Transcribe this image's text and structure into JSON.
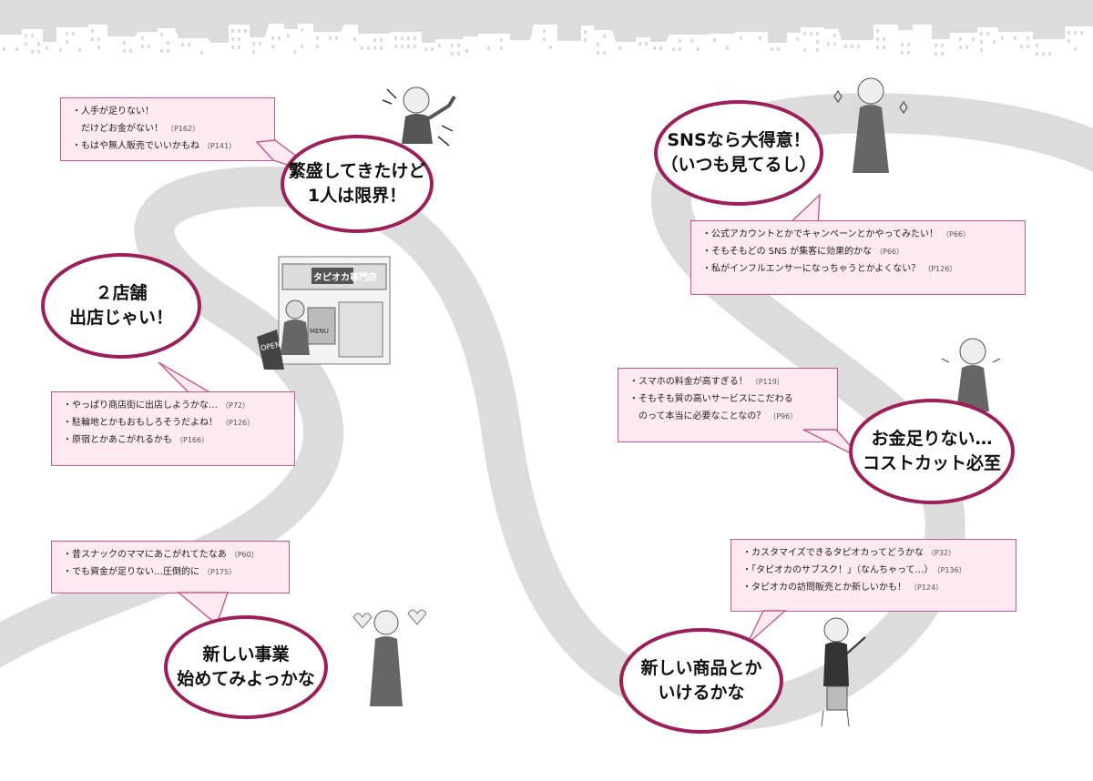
{
  "colors": {
    "accent": "#9c1f5c",
    "note_bg": "#fde9f0",
    "note_border": "#c6588a",
    "road": "#dadada"
  },
  "bubbles": {
    "b1": {
      "l1": "繁盛してきたけど",
      "l2": "1人は限界！"
    },
    "b2": {
      "l1": "２店舗",
      "l2": "出店じゃい！"
    },
    "b3": {
      "l1": "新しい事業",
      "l2": "始めてみよっかな"
    },
    "b4": {
      "l1": "SNSなら大得意！",
      "l2": "（いつも見てるし）"
    },
    "b5": {
      "l1": "お金足りない…",
      "l2": "コストカット必至"
    },
    "b6": {
      "l1": "新しい商品とか",
      "l2": "いけるかな"
    }
  },
  "notes": {
    "n1": [
      {
        "text": "・人手が足りない！",
        "page": ""
      },
      {
        "text": "　だけどお金がない！",
        "page": "（P162）"
      },
      {
        "text": "・もはや無人販売でいいかもね",
        "page": "（P141）"
      }
    ],
    "n2": [
      {
        "text": "・やっぱり商店街に出店しようかな…",
        "page": "（P72）"
      },
      {
        "text": "・駐輪地とかもおもしろそうだよね！",
        "page": "（P126）"
      },
      {
        "text": "・原宿とかあこがれるかも",
        "page": "（P166）"
      }
    ],
    "n3": [
      {
        "text": "・昔スナックのママにあこがれてたなあ",
        "page": "（P60）"
      },
      {
        "text": "・でも資金が足りない…圧倒的に",
        "page": "（P175）"
      }
    ],
    "n4": [
      {
        "text": "・公式アカウントとかでキャンペーンとかやってみたい！",
        "page": "（P66）"
      },
      {
        "text": "・そもそもどの SNS が集客に効果的かな",
        "page": "（P66）"
      },
      {
        "text": "・私がインフルエンサーになっちゃうとかよくない？",
        "page": "（P126）"
      }
    ],
    "n5": [
      {
        "text": "・スマホの料金が高すぎる！",
        "page": "（P119）"
      },
      {
        "text": "・そもそも質の高いサービスにこだわる",
        "page": ""
      },
      {
        "text": "　のって本当に必要なことなの？",
        "page": "（P96）"
      }
    ],
    "n6": [
      {
        "text": "・カスタマイズできるタピオカってどうかな",
        "page": "（P32）"
      },
      {
        "text": "・「タピオカのサブスク！」（なんちゃって…）",
        "page": "（P136）"
      },
      {
        "text": "・タピオカの訪問販売とか新しいかも！",
        "page": "（P124）"
      }
    ]
  },
  "shop": {
    "sign": "タピオカ専門店",
    "open": "OPEN",
    "menu": "MENU"
  }
}
